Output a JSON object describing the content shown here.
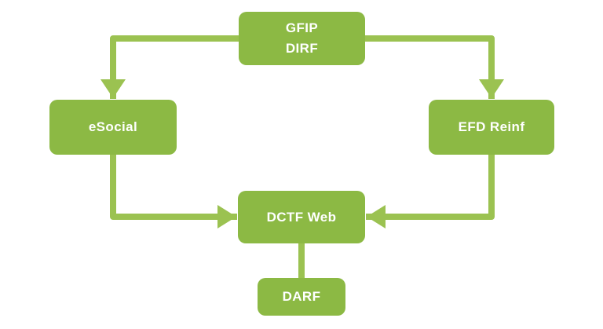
{
  "diagram": {
    "nodes": [
      {
        "id": "gfip-dirf",
        "lines": [
          "GFIP",
          "DIRF"
        ]
      },
      {
        "id": "esocial",
        "label": "eSocial"
      },
      {
        "id": "efd-reinf",
        "label": "EFD Reinf"
      },
      {
        "id": "dctf-web",
        "label": "DCTF Web"
      },
      {
        "id": "darf",
        "label": "DARF"
      }
    ],
    "edges": [
      {
        "from": "GFIP DIRF",
        "to": "eSocial",
        "arrow": true
      },
      {
        "from": "GFIP DIRF",
        "to": "EFD Reinf",
        "arrow": true
      },
      {
        "from": "eSocial",
        "to": "DCTF Web",
        "arrow": true
      },
      {
        "from": "EFD Reinf",
        "to": "DCTF Web",
        "arrow": true
      },
      {
        "from": "DCTF Web",
        "to": "DARF",
        "arrow": false
      }
    ]
  },
  "colors": {
    "node-fill": "#8cb944",
    "connector": "#9bc251",
    "node-text": "#ffffff",
    "background": "#ffffff"
  }
}
